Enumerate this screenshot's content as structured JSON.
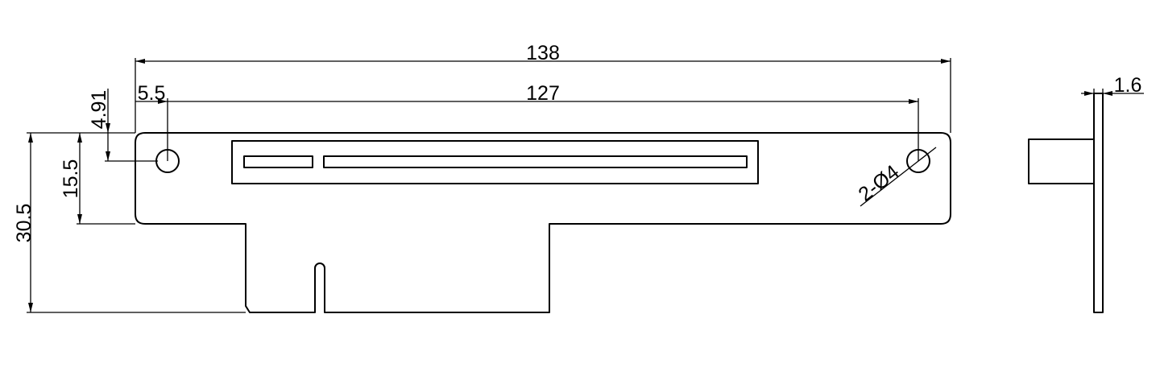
{
  "drawing": {
    "dimensions": {
      "overall_width": "138",
      "hole_spacing": "127",
      "hole_edge_offset": "5.5",
      "hole_height_offset": "4.91",
      "top_section_height": "15.5",
      "total_height": "30.5",
      "plate_thickness": "1.6",
      "hole_callout": "2-Ø4"
    },
    "colors": {
      "line": "#000000",
      "background": "#ffffff"
    }
  }
}
